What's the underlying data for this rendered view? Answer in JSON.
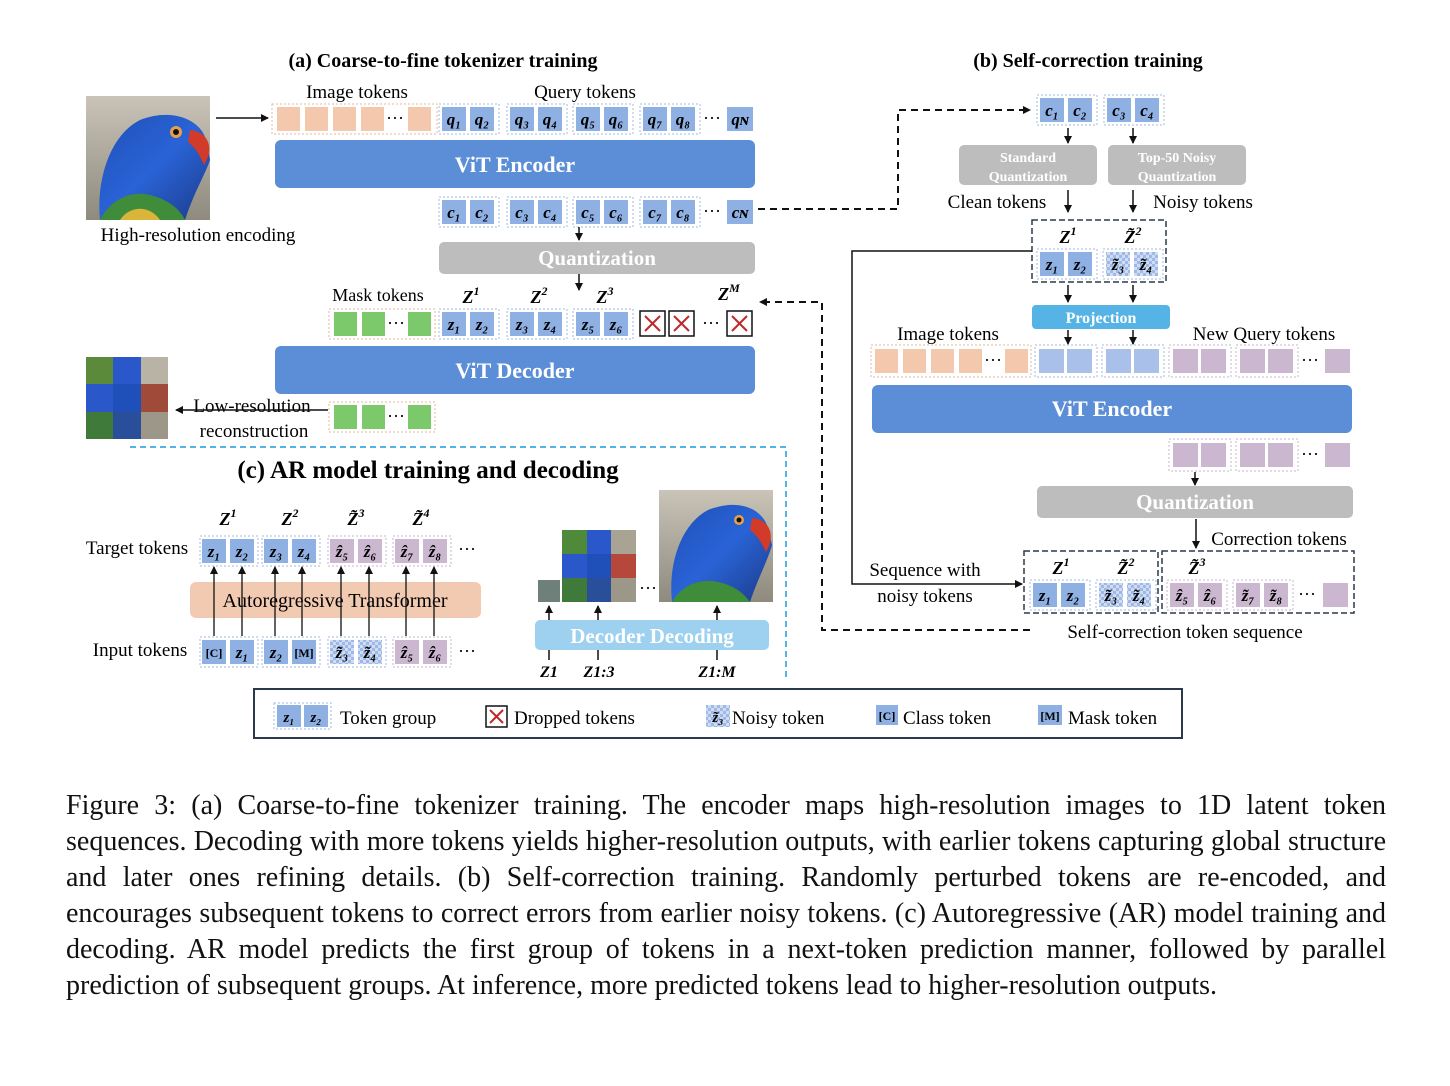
{
  "panel_a": {
    "title": "(a) Coarse-to-fine tokenizer training",
    "image_tokens_label": "Image tokens",
    "query_tokens_label": "Query tokens",
    "encoder_label": "ViT Encoder",
    "quantization_label": "Quantization",
    "decoder_label": "ViT Decoder",
    "mask_tokens_label": "Mask tokens",
    "input_caption": "High-resolution encoding",
    "output_caption_1": "Low-resolution",
    "output_caption_2": "reconstruction",
    "query_tokens": [
      "q1",
      "q2",
      "q3",
      "q4",
      "q5",
      "q6",
      "q7",
      "q8",
      "qN"
    ],
    "encoded_tokens": [
      "c1",
      "c2",
      "c3",
      "c4",
      "c5",
      "c6",
      "c7",
      "c8",
      "cN"
    ],
    "group_labels": [
      "Z1",
      "Z2",
      "Z3",
      "ZM"
    ],
    "latent_tokens": [
      "z1",
      "z2",
      "z3",
      "z4",
      "z5",
      "z6"
    ],
    "ellipsis": "···"
  },
  "panel_b": {
    "title": "(b) Self-correction training",
    "standard_quant": [
      "Standard",
      "Quantization"
    ],
    "noisy_quant": [
      "Top-50 Noisy",
      "Quantization"
    ],
    "clean_label": "Clean tokens",
    "noisy_label": "Noisy tokens",
    "projection_label": "Projection",
    "image_tokens_label": "Image tokens",
    "new_query_label": "New Query tokens",
    "encoder_label": "ViT Encoder",
    "quantization_label": "Quantization",
    "correction_label": "Correction tokens",
    "sequence_label_1": "Sequence with",
    "sequence_label_2": "noisy tokens",
    "self_correction_seq_label": "Self-correction token sequence",
    "input_tokens": [
      "c1",
      "c2",
      "c3",
      "c4"
    ],
    "groups": [
      "Z1",
      "Z̃2",
      "Z̃3"
    ],
    "tokens": [
      "z1",
      "z2",
      "z̃3",
      "z̃4",
      "ẑ5",
      "ẑ6",
      "z̃7",
      "z̃8"
    ]
  },
  "panel_c": {
    "title": "(c) AR model training and decoding",
    "target_label": "Target tokens",
    "input_label": "Input tokens",
    "transformer_label": "Autoregressive Transformer",
    "decoder_label": "Decoder Decoding",
    "groups": [
      "Z1",
      "Z2",
      "Z̃3",
      "Z̃4"
    ],
    "target_tokens": [
      "z1",
      "z2",
      "z3",
      "z4",
      "ẑ5",
      "ẑ6",
      "ẑ7",
      "ẑ8"
    ],
    "input_tokens": [
      "[C]",
      "z1",
      "z2",
      "[M]",
      "z̃3",
      "z̃4",
      "ẑ5",
      "ẑ6"
    ],
    "decode_steps": [
      "Z1",
      "Z1:3",
      "Z1:M"
    ]
  },
  "legend": {
    "token_group": "Token group",
    "dropped": "Dropped tokens",
    "noisy": "Noisy token",
    "class": "Class token",
    "mask": "Mask token",
    "class_glyph": "[C]",
    "mask_glyph": "[M]"
  },
  "caption": "Figure 3: (a) Coarse-to-fine tokenizer training. The encoder maps high-resolution images to 1D latent token sequences. Decoding with more tokens yields higher-resolution outputs, with earlier tokens capturing global structure and later ones refining details. (b) Self-correction training. Randomly perturbed tokens are re-encoded, and encourages subsequent tokens to correct errors from earlier noisy tokens. (c) Autoregressive (AR) model training and decoding. AR model predicts the first group of tokens in a next-token prediction manner, followed by parallel prediction of subsequent groups. At inference, more predicted tokens lead to higher-resolution outputs.",
  "colors": {
    "blue_box": "#5b8ed6",
    "token_blue": "#8fb0e3",
    "token_orange": "#f3c8ad",
    "token_green": "#7bc96a",
    "token_purple": "#cbb7cf",
    "gray_box": "#bdbdbd",
    "projection": "#55b3e6",
    "ar_box": "#f2c9b1",
    "decoder_box": "#9ed1ef"
  }
}
